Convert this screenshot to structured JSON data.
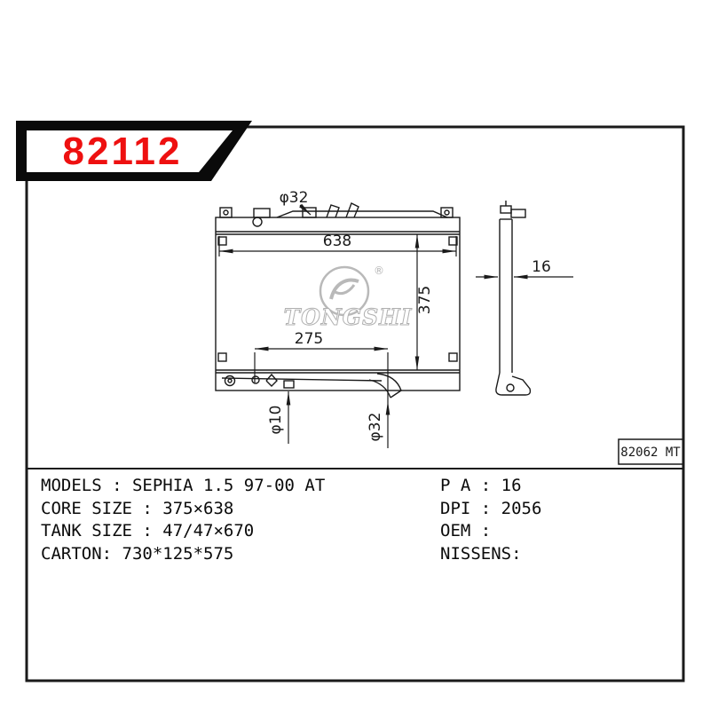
{
  "colors": {
    "accent_red": "#ee1010",
    "ink": "#1a1a1a",
    "watermark_gray": "#b9b9b9"
  },
  "banner": {
    "part_number": "82112"
  },
  "drawing": {
    "front_view": {
      "dim_width": "638",
      "dim_height": "375",
      "dim_lower_width": "275",
      "dim_top_pipe": "φ32",
      "dim_bottom_pipe_small": "φ10",
      "dim_bottom_pipe_large": "φ32"
    },
    "side_view": {
      "dim_thickness": "16"
    },
    "watermark": {
      "brand": "TONGSHI",
      "registered": "®"
    },
    "ref_code": "82062 MT"
  },
  "specs": {
    "left": [
      "MODELS : SEPHIA 1.5 97-00 AT",
      "CORE SIZE : 375×638",
      "TANK SIZE : 47/47×670",
      "CARTON: 730*125*575"
    ],
    "right": [
      "P A : 16",
      "DPI : 2056",
      "OEM :",
      "NISSENS:"
    ]
  }
}
